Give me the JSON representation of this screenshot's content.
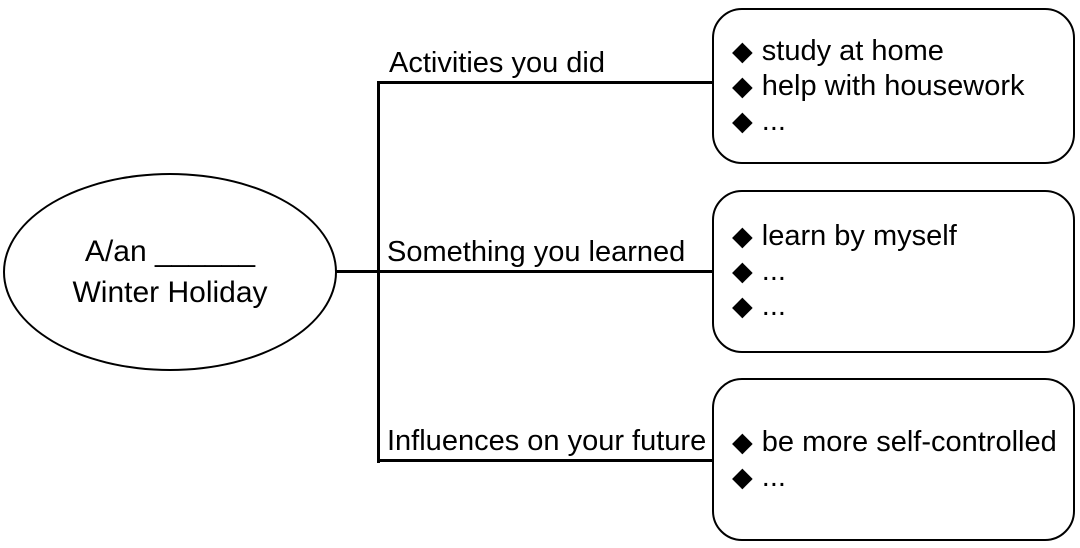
{
  "diagram": {
    "title_hint": "concept map for writing about a winter holiday",
    "bullet_glyph": "◆",
    "colors": {
      "ink": "#000000",
      "background": "#ffffff"
    },
    "root": {
      "line1": "A/an ______",
      "line2": "Winter Holiday"
    },
    "branches": [
      {
        "label": "Activities you did",
        "items": [
          "study at home",
          "help with housework",
          "..."
        ]
      },
      {
        "label": "Something you learned",
        "items": [
          "learn by myself",
          "...",
          "..."
        ]
      },
      {
        "label": "Influences on your future",
        "items": [
          "be more self-controlled",
          "..."
        ]
      }
    ]
  }
}
